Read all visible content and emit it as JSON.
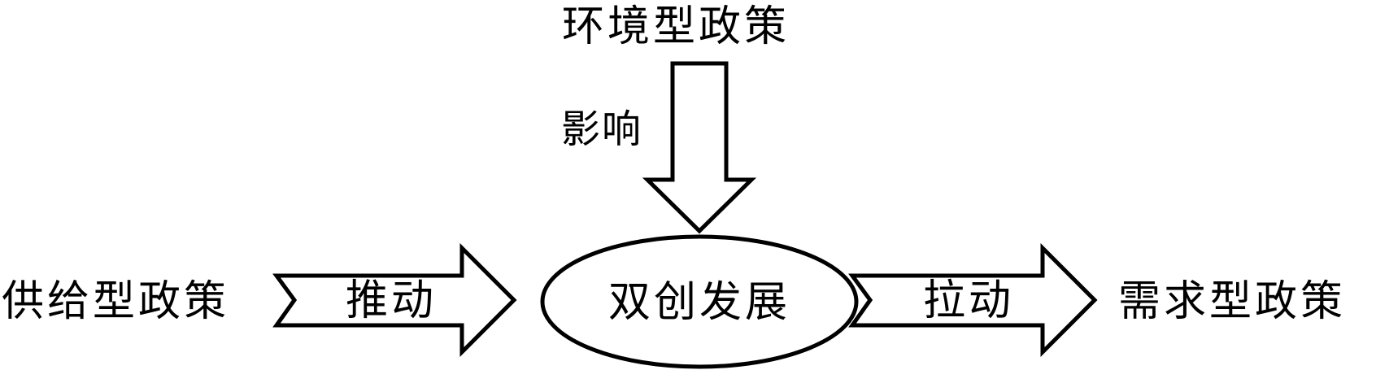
{
  "nodes": {
    "environment_policy": "环境型政策",
    "supply_policy": "供给型政策",
    "center": "双创发展",
    "demand_policy": "需求型政策"
  },
  "arrows": {
    "top_label": "影响",
    "left_label": "推动",
    "right_label": "拉动"
  },
  "colors": {
    "stroke": "#000000",
    "fill": "#ffffff",
    "text": "#000000"
  }
}
